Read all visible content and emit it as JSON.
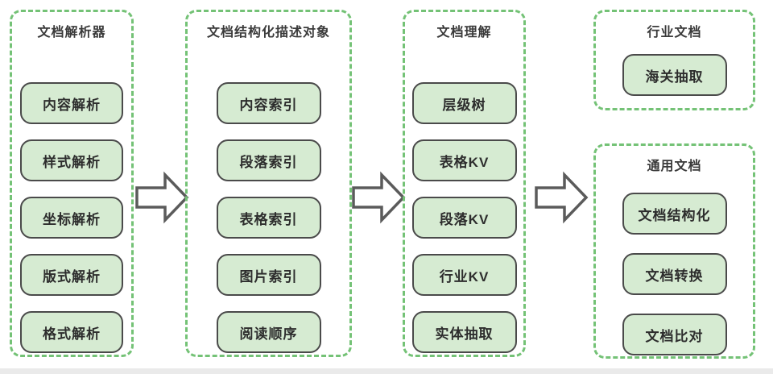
{
  "colors": {
    "dash-green": "#74c276",
    "node-fill": "#d6ebd2",
    "node-border": "#4a4a4a",
    "node-text": "#2d2d2d",
    "title-text": "#3a3a3a",
    "arrow-stroke": "#5b5b5b",
    "bg": "#ffffff",
    "footer-strip": "#eaeaea"
  },
  "groups": [
    {
      "title": "文档解析器",
      "items": [
        "内容解析",
        "样式解析",
        "坐标解析",
        "版式解析",
        "格式解析"
      ]
    },
    {
      "title": "文档结构化描述对象",
      "items": [
        "内容索引",
        "段落索引",
        "表格索引",
        "图片索引",
        "阅读顺序"
      ]
    },
    {
      "title": "文档理解",
      "items": [
        "层级树",
        "表格KV",
        "段落KV",
        "行业KV",
        "实体抽取"
      ]
    },
    {
      "title": "行业文档",
      "items": [
        "海关抽取"
      ]
    },
    {
      "title": "通用文档",
      "items": [
        "文档结构化",
        "文档转换",
        "文档比对"
      ]
    }
  ]
}
